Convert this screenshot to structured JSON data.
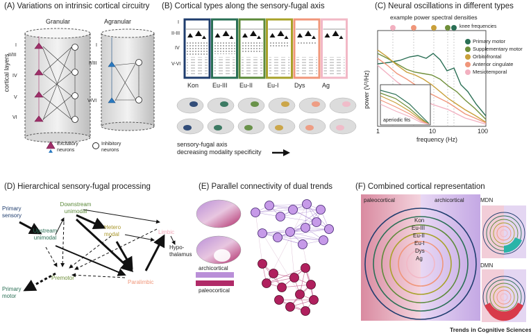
{
  "panelA": {
    "title": "(A) Variations on intrinsic cortical circuitry",
    "granular": "Granular",
    "agranular": "Agranular",
    "axis_label": "cortical layers",
    "layers_granular": [
      "I",
      "II/III",
      "IV",
      "V",
      "VI"
    ],
    "layers_agranular": [
      "I",
      "II/III",
      "V/VI"
    ],
    "legend_excitatory": "Excitatory neurons",
    "legend_inhibitory": "Inhibitory neurons"
  },
  "panelB": {
    "title": "(B) Cortical types along the sensory-fugal axis",
    "layer_labels": [
      "I",
      "II-III",
      "IV",
      "V-VI"
    ],
    "types": [
      "Kon",
      "Eu-III",
      "Eu-II",
      "Eu-I",
      "Dys",
      "Ag"
    ],
    "type_colors": [
      "#1f3d6e",
      "#2a6f55",
      "#5c8a3a",
      "#a8a22a",
      "#f0967a",
      "#f2b8c6"
    ],
    "axis_line1": "sensory-fugal axis",
    "axis_line2": "decreasing modality specificity"
  },
  "panelC": {
    "title": "(C) Neural oscillations in different types",
    "subtitle": "example power spectral densities",
    "knee_label": "knee frequencies",
    "ylabel": "power (V²/Hz)",
    "xlabel": "frequency (Hz)",
    "xticks": [
      "1",
      "10",
      "100"
    ],
    "inset_label": "aperiodic fits",
    "legend": [
      {
        "name": "Primary motor",
        "color": "#2a6f55"
      },
      {
        "name": "Supplementary motor",
        "color": "#6f8f3a"
      },
      {
        "name": "Orbitofrontal",
        "color": "#c9a03a"
      },
      {
        "name": "Anterior cingulate",
        "color": "#f0967a"
      },
      {
        "name": "Mesiotemporal",
        "color": "#f2b0c0"
      }
    ]
  },
  "panelD": {
    "title": "(D) Hierarchical sensory-fugal processing",
    "nodes": {
      "primary_sensory": "Primary sensory",
      "upstream_unimodal": "Upstream unimodal",
      "downstream_unimodal": "Downstream unimodal",
      "hetero_modal": "Hetero modal",
      "limbic": "Limbic",
      "hypothalamus": "Hypo- thalamus",
      "premotor": "Premotor",
      "paralimbic": "Paralimbic",
      "primary_motor": "Primary motor"
    }
  },
  "panelE": {
    "title": "(E) Parallel connectivity of dual trends",
    "legend_archi": "archicortical",
    "legend_paleo": "paleocortical"
  },
  "panelF": {
    "title": "(F) Combined cortical representation",
    "paleocortical": "paleocortical",
    "archicortical": "archicortical",
    "rings": [
      "Kon",
      "Eu-III",
      "Eu-II",
      "Eu-I",
      "Dys",
      "Ag"
    ],
    "mdn": "MDN",
    "dmn": "DMN"
  },
  "footer": "Trends in Cognitive Sciences"
}
